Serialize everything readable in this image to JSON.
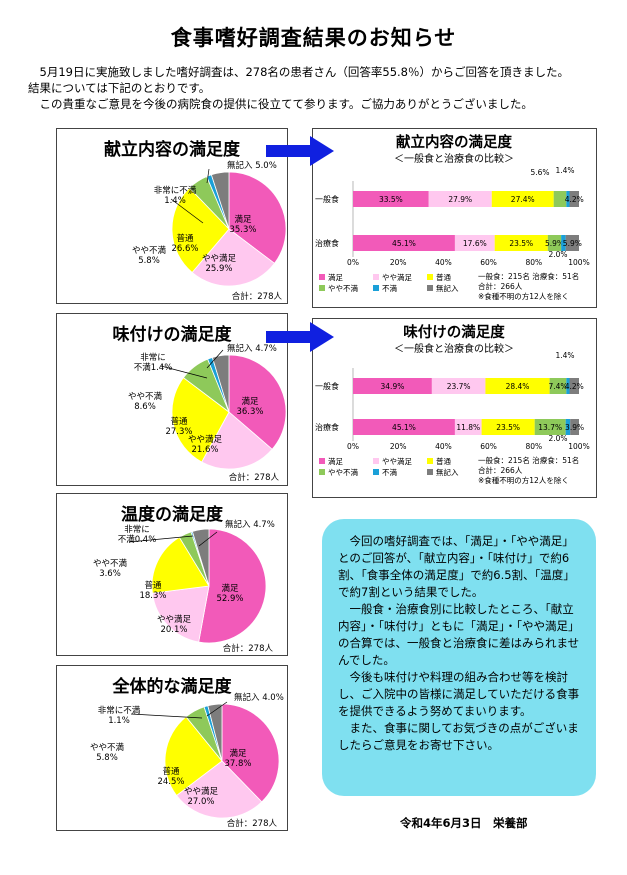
{
  "title": "食事嗜好調査結果のお知らせ",
  "intro": [
    "5月19日に実施致しました嗜好調査は、278名の患者さん（回答率55.8％）からご回答を頂きました。",
    "結果については下記のとおりです。",
    "この貴重なご意見を今後の病院食の提供に役立てて参ります。ご協力ありがとうございました。"
  ],
  "chart_data": [
    {
      "type": "pie",
      "title": "献立内容の満足度",
      "categories": [
        "満足",
        "やや満足",
        "普通",
        "やや不満",
        "非常に不満",
        "無記入"
      ],
      "values": [
        35.3,
        25.9,
        26.6,
        5.8,
        1.4,
        5.0
      ],
      "labels": [
        "満足\n35.3%",
        "やや満足\n25.9%",
        "普通\n26.6%",
        "やや不満\n5.8%",
        "非常に不満\n1.4%",
        "無記入 5.0%"
      ],
      "total": "合計：278人"
    },
    {
      "type": "pie",
      "title": "味付けの満足度",
      "categories": [
        "満足",
        "やや満足",
        "普通",
        "やや不満",
        "非常に不満",
        "無記入"
      ],
      "values": [
        36.3,
        21.6,
        27.3,
        8.6,
        1.4,
        4.7
      ],
      "labels": [
        "満足\n36.3%",
        "やや満足\n21.6%",
        "普通\n27.3%",
        "やや不満\n8.6%",
        "非常に\n不満1.4%",
        "無記入 4.7%"
      ],
      "total": "合計：278人"
    },
    {
      "type": "pie",
      "title": "温度の満足度",
      "categories": [
        "満足",
        "やや満足",
        "普通",
        "やや不満",
        "非常に不満",
        "無記入"
      ],
      "values": [
        52.9,
        20.1,
        18.3,
        3.6,
        0.4,
        4.7
      ],
      "labels": [
        "満足\n52.9%",
        "やや満足\n20.1%",
        "普通\n18.3%",
        "やや不満\n3.6%",
        "非常に\n不満0.4%",
        "無記入 4.7%"
      ],
      "total": "合計：278人"
    },
    {
      "type": "pie",
      "title": "全体的な満足度",
      "categories": [
        "満足",
        "やや満足",
        "普通",
        "やや不満",
        "非常に不満",
        "無記入"
      ],
      "values": [
        37.8,
        27.0,
        24.5,
        5.8,
        1.1,
        4.0
      ],
      "labels": [
        "満足\n37.8%",
        "やや満足\n27.0%",
        "普通\n24.5%",
        "やや不満\n5.8%",
        "非常に不満\n1.1%",
        "無記入 4.0%"
      ],
      "total": "合計：278人"
    },
    {
      "type": "bar",
      "title": "献立内容の満足度",
      "subtitle": "＜一般食と治療食の比較＞",
      "categories": [
        "一般食",
        "治療食"
      ],
      "series": [
        {
          "name": "満足",
          "values": [
            33.5,
            45.1
          ]
        },
        {
          "name": "やや満足",
          "values": [
            27.9,
            17.6
          ]
        },
        {
          "name": "普通",
          "values": [
            27.4,
            23.5
          ]
        },
        {
          "name": "やや不満",
          "values": [
            5.6,
            5.9
          ]
        },
        {
          "name": "不満",
          "values": [
            1.4,
            2.0
          ]
        },
        {
          "name": "無記入",
          "values": [
            4.2,
            5.9
          ]
        }
      ],
      "value_labels": [
        [
          "33.5%",
          "27.9%",
          "27.4%",
          "5.6%",
          "1.4%",
          "4.2%"
        ],
        [
          "45.1%",
          "17.6%",
          "23.5%",
          "5.9%",
          "2.0%",
          "5.9%"
        ]
      ],
      "x_ticks": [
        "0%",
        "20%",
        "40%",
        "60%",
        "80%",
        "100%"
      ],
      "xlim": [
        0,
        100
      ],
      "notes": [
        "一般食：215名 治療食：51名",
        "合計：266人",
        "※食種不明の方12人を除く"
      ]
    },
    {
      "type": "bar",
      "title": "味付けの満足度",
      "subtitle": "＜一般食と治療食の比較＞",
      "categories": [
        "一般食",
        "治療食"
      ],
      "series": [
        {
          "name": "満足",
          "values": [
            34.9,
            45.1
          ]
        },
        {
          "name": "やや満足",
          "values": [
            23.7,
            11.8
          ]
        },
        {
          "name": "普通",
          "values": [
            28.4,
            23.5
          ]
        },
        {
          "name": "やや不満",
          "values": [
            7.4,
            13.7
          ]
        },
        {
          "name": "不満",
          "values": [
            1.4,
            2.0
          ]
        },
        {
          "name": "無記入",
          "values": [
            4.2,
            3.9
          ]
        }
      ],
      "value_labels": [
        [
          "34.9%",
          "23.7%",
          "28.4%",
          "7.4%",
          "1.4%",
          "4.2%"
        ],
        [
          "45.1%",
          "11.8%",
          "23.5%",
          "13.7%",
          "2.0%",
          "3.9%"
        ]
      ],
      "x_ticks": [
        "0%",
        "20%",
        "40%",
        "60%",
        "80%",
        "100%"
      ],
      "xlim": [
        0,
        100
      ],
      "notes": [
        "一般食：215名 治療食：51名",
        "合計：266人",
        "※食種不明の方12人を除く"
      ]
    }
  ],
  "colors": [
    "#f25ab9",
    "#ffc8ef",
    "#ffff00",
    "#8ec95a",
    "#1aa0d8",
    "#7d7d7d"
  ],
  "arrow_color": "#1020e0",
  "message": [
    "今回の嗜好調査では、「満足」・「やや満足」とのご回答が、「献立内容」・「味付け」で約6割、「食事全体の満足度」で約6.5割、「温度」で約7割という結果でした。",
    "一般食・治療食別に比較したところ、「献立内容」・「味付け」ともに「満足」・「やや満足」の合算では、一般食と治療食に差はみられませんでした。",
    "今後も味付けや料理の組み合わせ等を検討し、ご入院中の皆様に満足していただける食事を提供できるよう努めてまいります。",
    "また、食事に関してお気づきの点がございましたらご意見をお寄せ下さい。"
  ],
  "footer": "令和4年6月3日　栄養部"
}
